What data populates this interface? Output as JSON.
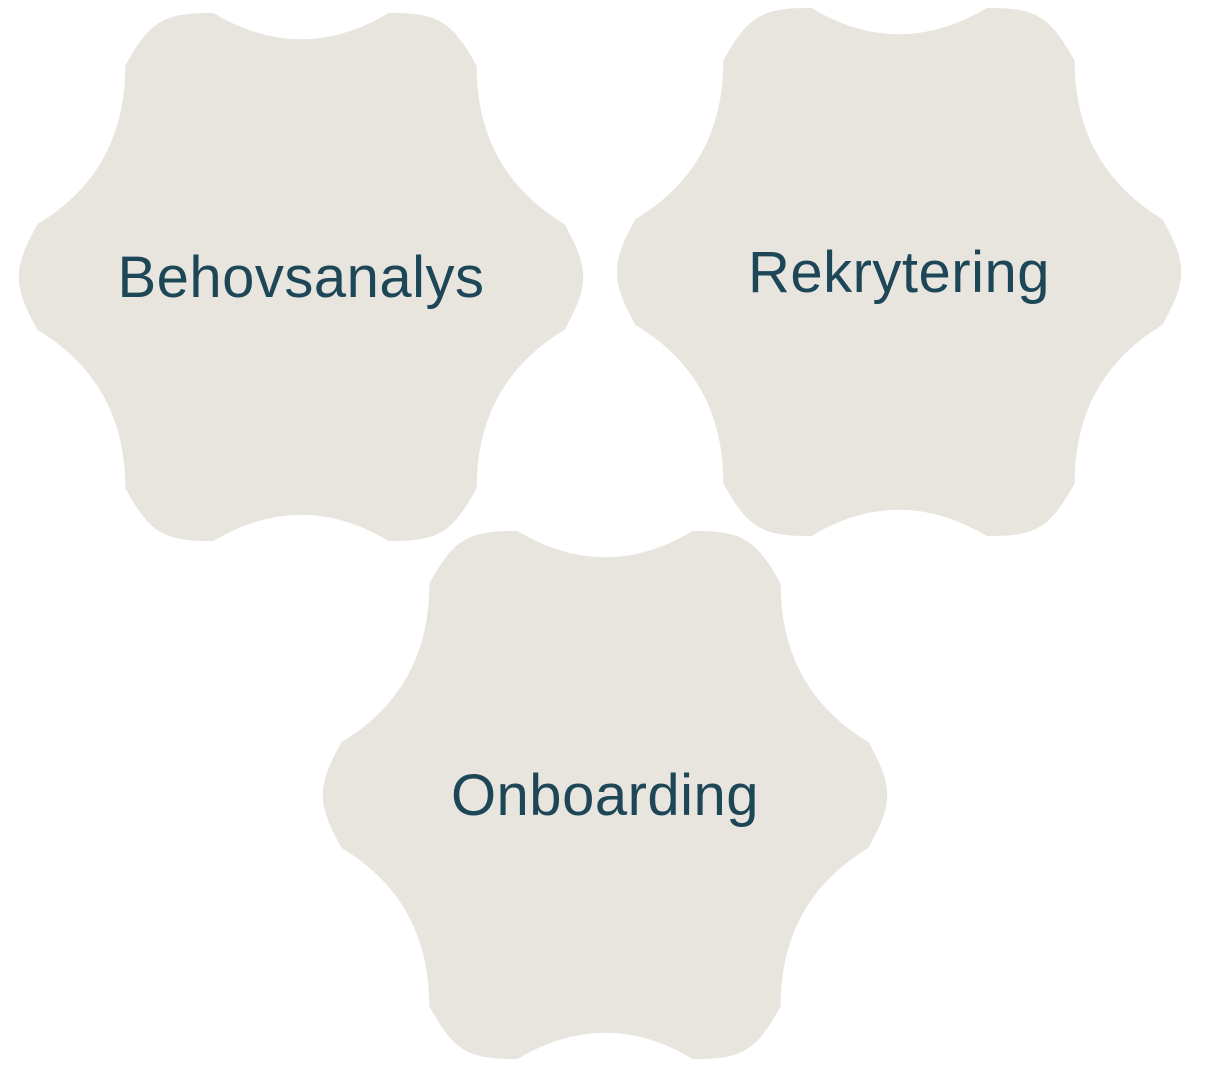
{
  "colors": {
    "shape_fill": "#e8e5df",
    "text": "#1d4657",
    "background": "#ffffff"
  },
  "nodes": [
    {
      "label": "Behovsanalys"
    },
    {
      "label": "Rekrytering"
    },
    {
      "label": "Onboarding"
    }
  ]
}
